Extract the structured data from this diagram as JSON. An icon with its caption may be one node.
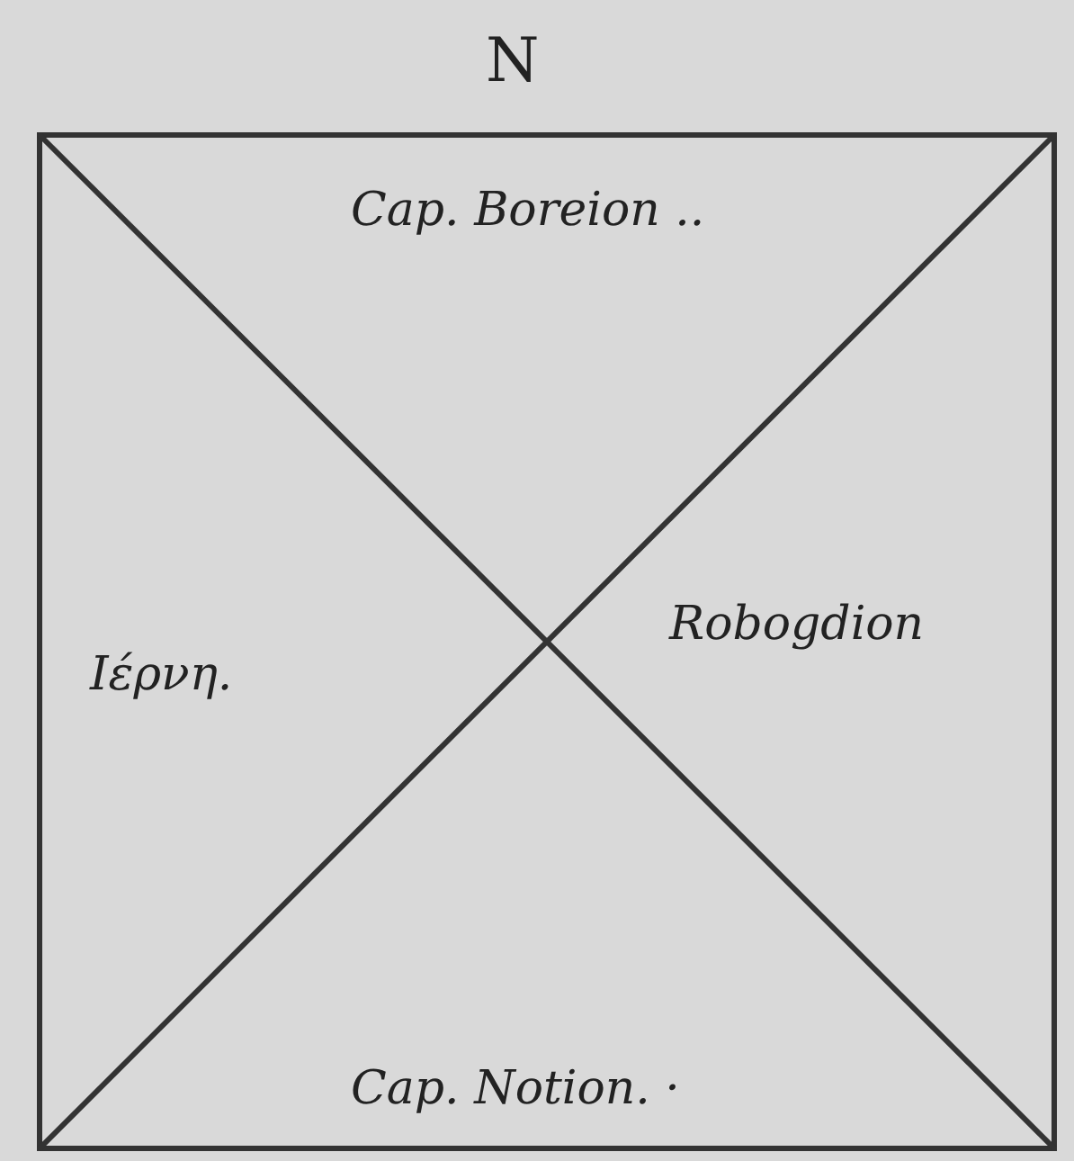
{
  "diagram": {
    "labels": [
      "N",
      "Cap. Boreion ..",
      "Ιέρνη.",
      "Robogdion",
      "Cap. Notion. ·"
    ]
  }
}
